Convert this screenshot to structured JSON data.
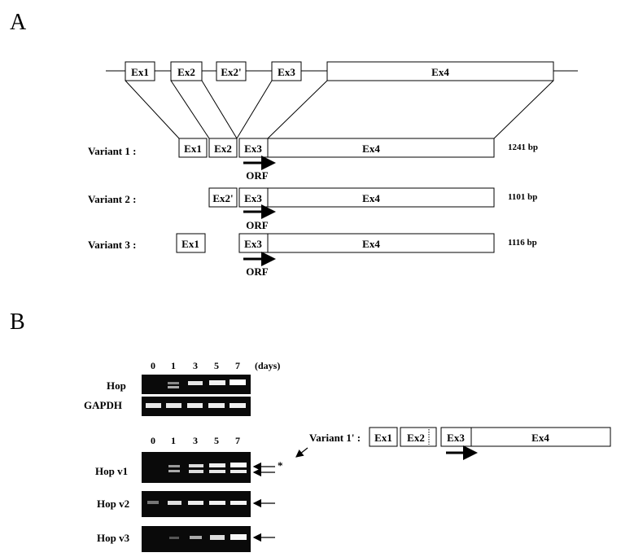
{
  "panels": {
    "a": "A",
    "b": "B"
  },
  "gene": {
    "exons": [
      "Ex1",
      "Ex2",
      "Ex2'",
      "Ex3",
      "Ex4"
    ]
  },
  "variants": [
    {
      "label": "Variant 1 :",
      "exons": [
        "Ex1",
        "Ex2",
        "Ex3",
        "Ex4"
      ],
      "size": "1241 bp",
      "orf": "ORF"
    },
    {
      "label": "Variant 2 :",
      "exons": [
        "Ex2'",
        "Ex3",
        "Ex4"
      ],
      "size": "1101 bp",
      "orf": "ORF"
    },
    {
      "label": "Variant 3 :",
      "exons": [
        "Ex1",
        "Ex3",
        "Ex4"
      ],
      "size": "1116 bp",
      "orf": "ORF"
    }
  ],
  "gel_top": {
    "days": [
      "0",
      "1",
      "3",
      "5",
      "7"
    ],
    "unit": "(days)",
    "rows": [
      "Hop",
      "GAPDH"
    ]
  },
  "gel_bottom": {
    "days": [
      "0",
      "1",
      "3",
      "5",
      "7"
    ],
    "rows": [
      "Hop v1",
      "Hop v2",
      "Hop v3"
    ],
    "star": "*"
  },
  "variant_prime": {
    "label": "Variant 1' :",
    "exons": [
      "Ex1",
      "Ex2",
      "Ex3",
      "Ex4"
    ]
  }
}
